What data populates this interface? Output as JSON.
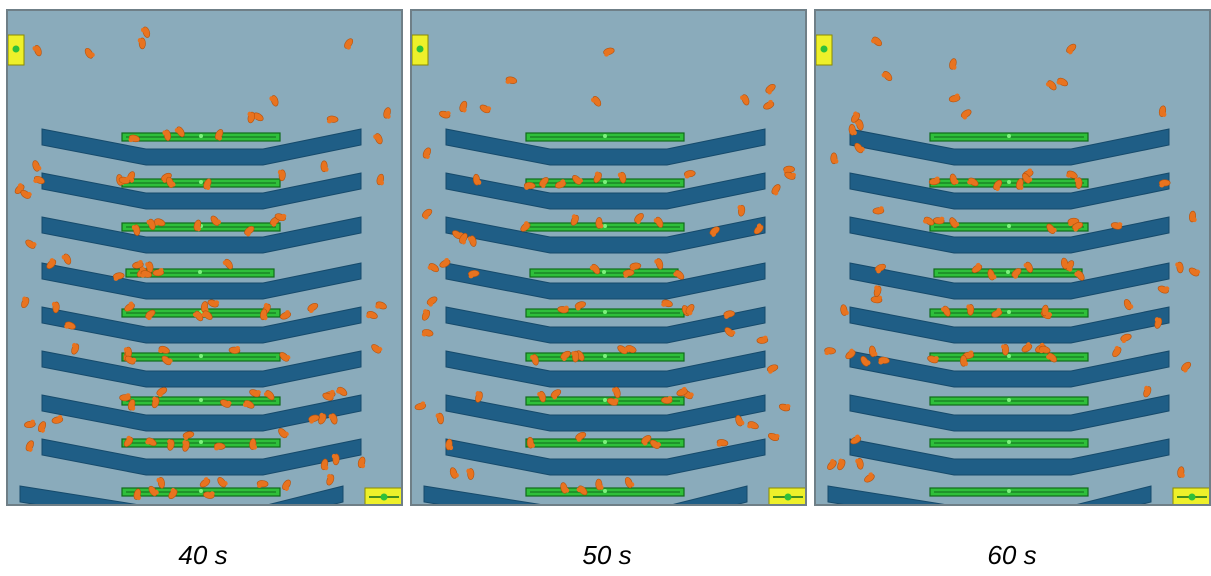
{
  "colors": {
    "background": "#8aabbb",
    "ramp": "#1f5e86",
    "ramp_stroke": "#164a6b",
    "conveyor": "#2fbf3a",
    "conveyor_dark": "#0f6a19",
    "particle": "#e8731f",
    "particle_stroke": "#b5520d",
    "port": "#eef02a"
  },
  "panels": [
    {
      "caption": "40 s",
      "seed": 40
    },
    {
      "caption": "50 s",
      "seed": 50
    },
    {
      "caption": "60 s",
      "seed": 60
    }
  ]
}
